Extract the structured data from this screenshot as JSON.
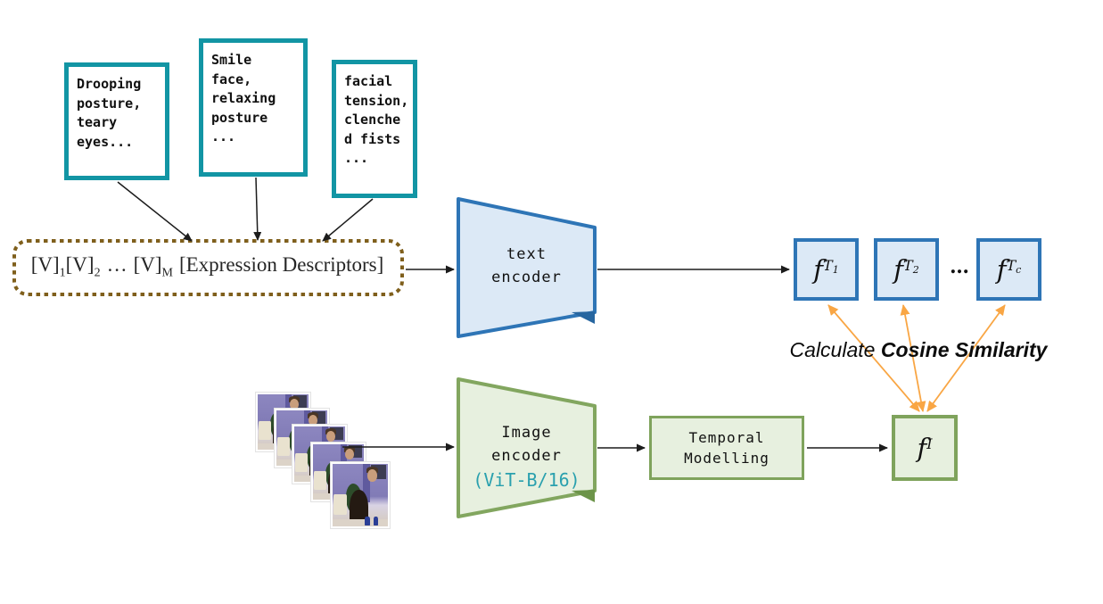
{
  "descriptors": [
    {
      "text": "Drooping\nposture,\nteary\neyes..."
    },
    {
      "text": "Smile\nface,\nrelaxing\nposture\n..."
    },
    {
      "text": "facial\ntension,\nclenche\nd fists\n..."
    }
  ],
  "prompt": {
    "v1": "[V]",
    "s1": "1",
    "v2": "[V]",
    "s2": "2",
    "dots": "…",
    "vm": "[V]",
    "sm": "M",
    "expr": "[Expression Descriptors]"
  },
  "text_encoder": {
    "line1": "text",
    "line2": "encoder"
  },
  "image_encoder": {
    "line1": "Image",
    "line2": "encoder",
    "line3": "(ViT-B/16)"
  },
  "temporal": {
    "line1": "Temporal",
    "line2": "Modelling"
  },
  "text_features": [
    {
      "f": "f",
      "sup": "T",
      "sub": "1"
    },
    {
      "f": "f",
      "sup": "T",
      "sub": "2"
    },
    {
      "f": "f",
      "sup": "T",
      "sub": "c"
    }
  ],
  "ellipsis": "…",
  "image_feature": {
    "f": "f",
    "sup": "I"
  },
  "cosine": {
    "normal": "Calculate ",
    "bold": "Cosine Similarity"
  },
  "colors": {
    "teal_border": "#1295A4",
    "blue_border": "#2E75B6",
    "blue_fill": "#DCE9F6",
    "green_border": "#7FA35C",
    "green_fill": "#E7F0DF",
    "brown_dotted": "#7F5F1C",
    "orange_arrow": "#F9A644",
    "vit_text": "#2AA0AE"
  }
}
